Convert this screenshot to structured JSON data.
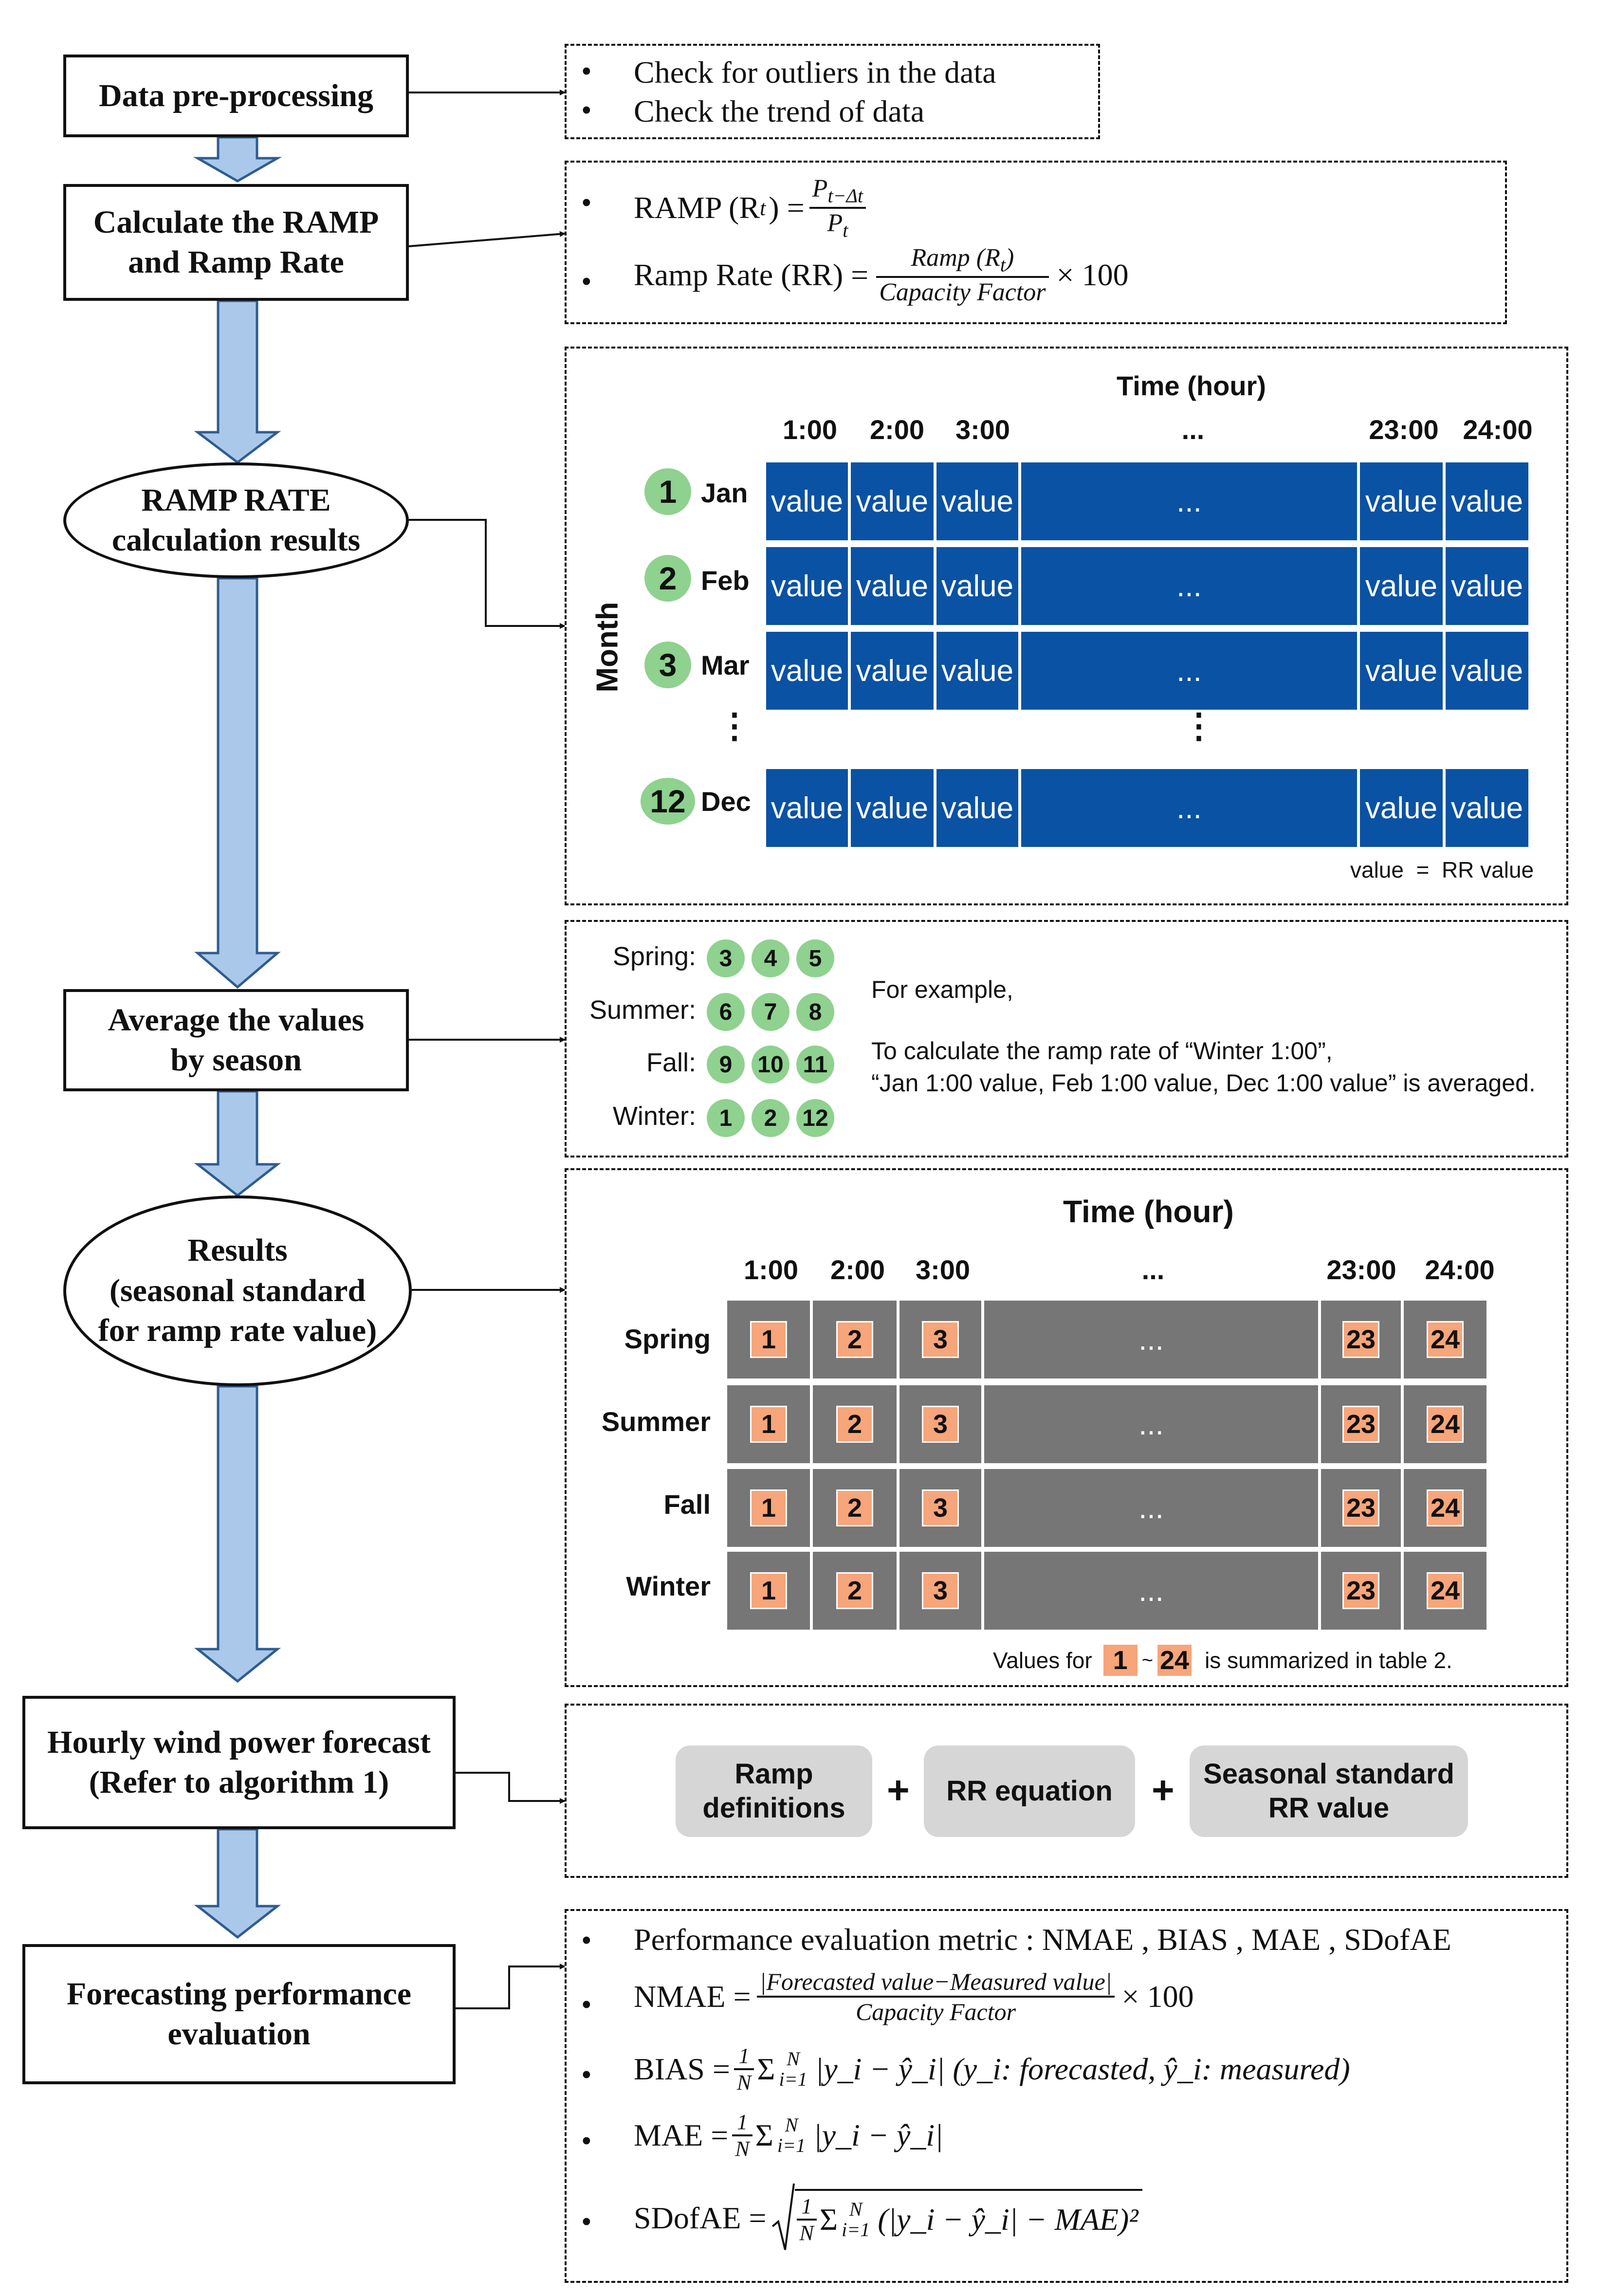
{
  "colors": {
    "arrow": "#a9c8ea",
    "arrow_border": "#2f5c8f",
    "blue_cell": "#0a52a4",
    "gray_cell": "#767676",
    "green_badge": "#8fd18f",
    "orange_badge": "#f7a57a",
    "pill": "#d6d6d6"
  },
  "flow": {
    "preprocess": "Data pre-processing",
    "calc_ramp": "Calculate the RAMP\nand Ramp Rate",
    "ramp_results": "RAMP RATE\ncalculation results",
    "avg_season": "Average the values\nby season",
    "results": "Results\n(seasonal standard\nfor ramp rate value)",
    "hourly": "Hourly wind power forecast\n(Refer to algorithm 1)",
    "evaluation": "Forecasting performance\nevaluation"
  },
  "checks": {
    "bullet": "•",
    "b1": "Check for outliers in the data",
    "b2": "Check the trend of data"
  },
  "ramp_panel": {
    "ramp_label": "RAMP (R",
    "ramp_sub": "t",
    "ramp_eq": ") =",
    "ramp_num": "P",
    "ramp_num_sub": "t−Δt",
    "ramp_den": "P",
    "ramp_den_sub": "t",
    "rr_label": "Ramp Rate (RR) =",
    "rr_num": "Ramp (R",
    "rr_num_sub": "t",
    "rr_num_end": ")",
    "rr_den": "Capacity Factor",
    "rr_mult": "× 100"
  },
  "month_table": {
    "title": "Time (hour)",
    "axis_label": "Month",
    "hours": [
      "1:00",
      "2:00",
      "3:00",
      "...",
      "23:00",
      "24:00"
    ],
    "cell_value": "value",
    "ellipsis": "...",
    "vdots": "⋮",
    "months": [
      {
        "num": "1",
        "name": "Jan"
      },
      {
        "num": "2",
        "name": "Feb"
      },
      {
        "num": "3",
        "name": "Mar"
      },
      {
        "num": "12",
        "name": "Dec"
      }
    ],
    "note": "value  =  RR value"
  },
  "season_panel": {
    "seasons": [
      {
        "label": "Spring:",
        "months": [
          "3",
          "4",
          "5"
        ]
      },
      {
        "label": "Summer:",
        "months": [
          "6",
          "7",
          "8"
        ]
      },
      {
        "label": "Fall:",
        "months": [
          "9",
          "10",
          "11"
        ]
      },
      {
        "label": "Winter:",
        "months": [
          "1",
          "2",
          "12"
        ]
      }
    ],
    "example_title": "For example,",
    "example_line1": "To calculate the ramp rate of “Winter 1:00”,",
    "example_line2": "“Jan 1:00 value, Feb 1:00 value, Dec 1:00 value” is averaged."
  },
  "season_table": {
    "title": "Time (hour)",
    "hours": [
      "1:00",
      "2:00",
      "3:00",
      "...",
      "23:00",
      "24:00"
    ],
    "rows": [
      "Spring",
      "Summer",
      "Fall",
      "Winter"
    ],
    "cells": [
      "1",
      "2",
      "3",
      "...",
      "23",
      "24"
    ],
    "note_pre": "Values for",
    "note_from": "1",
    "note_tilde": "~",
    "note_to": "24",
    "note_post": "is summarized in table 2."
  },
  "combo": {
    "p1": "Ramp\ndefinitions",
    "plus": "+",
    "p2": "RR equation",
    "p3": "Seasonal standard\nRR value"
  },
  "metrics": {
    "m1": "Performance evaluation metric : NMAE , BIAS , MAE , SDofAE",
    "nmae_label": "NMAE =",
    "nmae_num": "|Forecasted value−Measured value|",
    "nmae_den": "Capacity Factor",
    "nmae_mult": "× 100",
    "bias_label": "BIAS =",
    "bias_expr": "|y_i − ŷ_i| (y_i: forecasted, ŷ_i: measured)",
    "mae_label": "MAE =",
    "mae_expr": "|y_i − ŷ_i|",
    "sdofae_label": "SDofAE =",
    "sdofae_expr": "(|y_i − ŷ_i| − MAE)²",
    "one": "1",
    "big_n": "N",
    "sum": "Σ",
    "sum_top": "N",
    "sum_bot": "i=1"
  }
}
